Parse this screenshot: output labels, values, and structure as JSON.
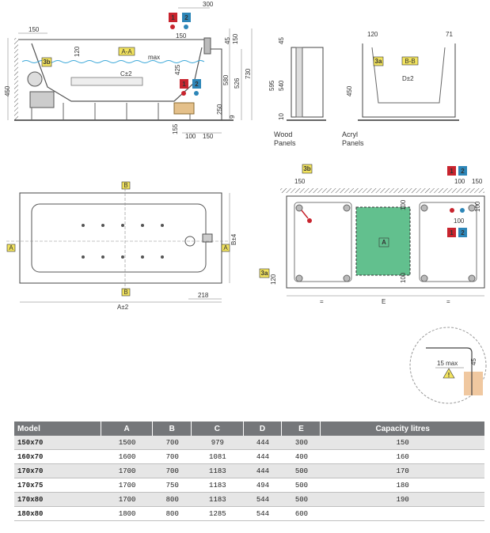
{
  "colors": {
    "hot_red": "#c8242e",
    "cold_blue": "#2d86b8",
    "tag_yellow": "#f2e35e",
    "zone_green": "#62c08e",
    "water_blue": "#38a6d8",
    "header_grey": "#75777a"
  },
  "tags": {
    "hot": "1",
    "cold": "2",
    "tag_3a": "3a",
    "tag_3b": "3b",
    "tag_A": "A",
    "tag_B": "B",
    "tag_AA": "A-A",
    "tag_BB": "B-B"
  },
  "side_view": {
    "dims": [
      "300",
      "150",
      "150",
      "45",
      "150",
      "730",
      "580",
      "526",
      "425",
      "120",
      "450",
      "250",
      "9",
      "155",
      "100",
      "150",
      "max",
      "C±2"
    ]
  },
  "panel_views": {
    "dims_left": [
      "45",
      "595",
      "540",
      "10"
    ],
    "dims_right": [
      "120",
      "71",
      "450",
      "D±2"
    ],
    "wood_caption": [
      "Wood",
      "Panels"
    ],
    "acryl_caption": [
      "Acryl",
      "Panels"
    ]
  },
  "top_view": {
    "dims": [
      "218",
      "A±2",
      "B±4"
    ]
  },
  "base_view": {
    "dims": [
      "150",
      "100",
      "150",
      "100",
      "100",
      "100",
      "100",
      "120",
      "=",
      "E",
      "="
    ]
  },
  "detail": {
    "dims": [
      "15 max",
      "45"
    ]
  },
  "table": {
    "headers": [
      "Model",
      "A",
      "B",
      "C",
      "D",
      "E",
      "Capacity litres"
    ],
    "rows": [
      [
        "150x70",
        "1500",
        "700",
        "979",
        "444",
        "300",
        "150"
      ],
      [
        "160x70",
        "1600",
        "700",
        "1081",
        "444",
        "400",
        "160"
      ],
      [
        "170x70",
        "1700",
        "700",
        "1183",
        "444",
        "500",
        "170"
      ],
      [
        "170x75",
        "1700",
        "750",
        "1183",
        "494",
        "500",
        "180"
      ],
      [
        "170x80",
        "1700",
        "800",
        "1183",
        "544",
        "500",
        "190"
      ],
      [
        "180x80",
        "1800",
        "800",
        "1285",
        "544",
        "600",
        ""
      ]
    ]
  }
}
